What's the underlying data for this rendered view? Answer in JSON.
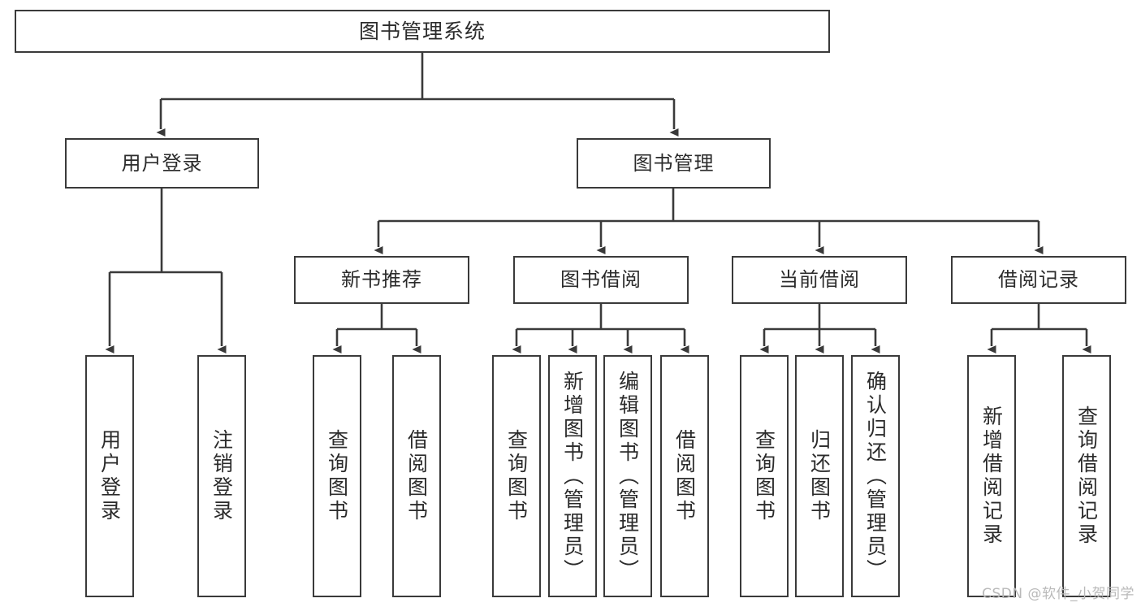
{
  "diagram": {
    "type": "tree-hierarchy",
    "title": "图书管理系统",
    "watermark": "CSDN @软件_小贺同学",
    "colors": {
      "box_border": "#3a3a3a",
      "box_fill": "#ffffff",
      "connector": "#3a3a3a",
      "text": "#2b2b2b",
      "watermark": "#b9b9b9"
    },
    "levels": {
      "root": {
        "label": "图书管理系统"
      },
      "level2": [
        {
          "label": "用户登录"
        },
        {
          "label": "图书管理"
        }
      ],
      "level3": [
        {
          "label": "新书推荐"
        },
        {
          "label": "图书借阅"
        },
        {
          "label": "当前借阅"
        },
        {
          "label": "借阅记录"
        }
      ]
    },
    "leaves": {
      "user_login": [
        {
          "label": "用户登录"
        },
        {
          "label": "注销登录"
        }
      ],
      "new_book_recommend": [
        {
          "label": "查询图书"
        },
        {
          "label": "借阅图书"
        }
      ],
      "book_borrow": [
        {
          "label": "查询图书"
        },
        {
          "label": "新增图书（管理员）"
        },
        {
          "label": "编辑图书（管理员）"
        },
        {
          "label": "借阅图书"
        }
      ],
      "current_borrow": [
        {
          "label": "查询图书"
        },
        {
          "label": "归还图书"
        },
        {
          "label": "确认归还（管理员）"
        }
      ],
      "borrow_record": [
        {
          "label": "新增借阅记录"
        },
        {
          "label": "查询借阅记录"
        }
      ]
    }
  }
}
